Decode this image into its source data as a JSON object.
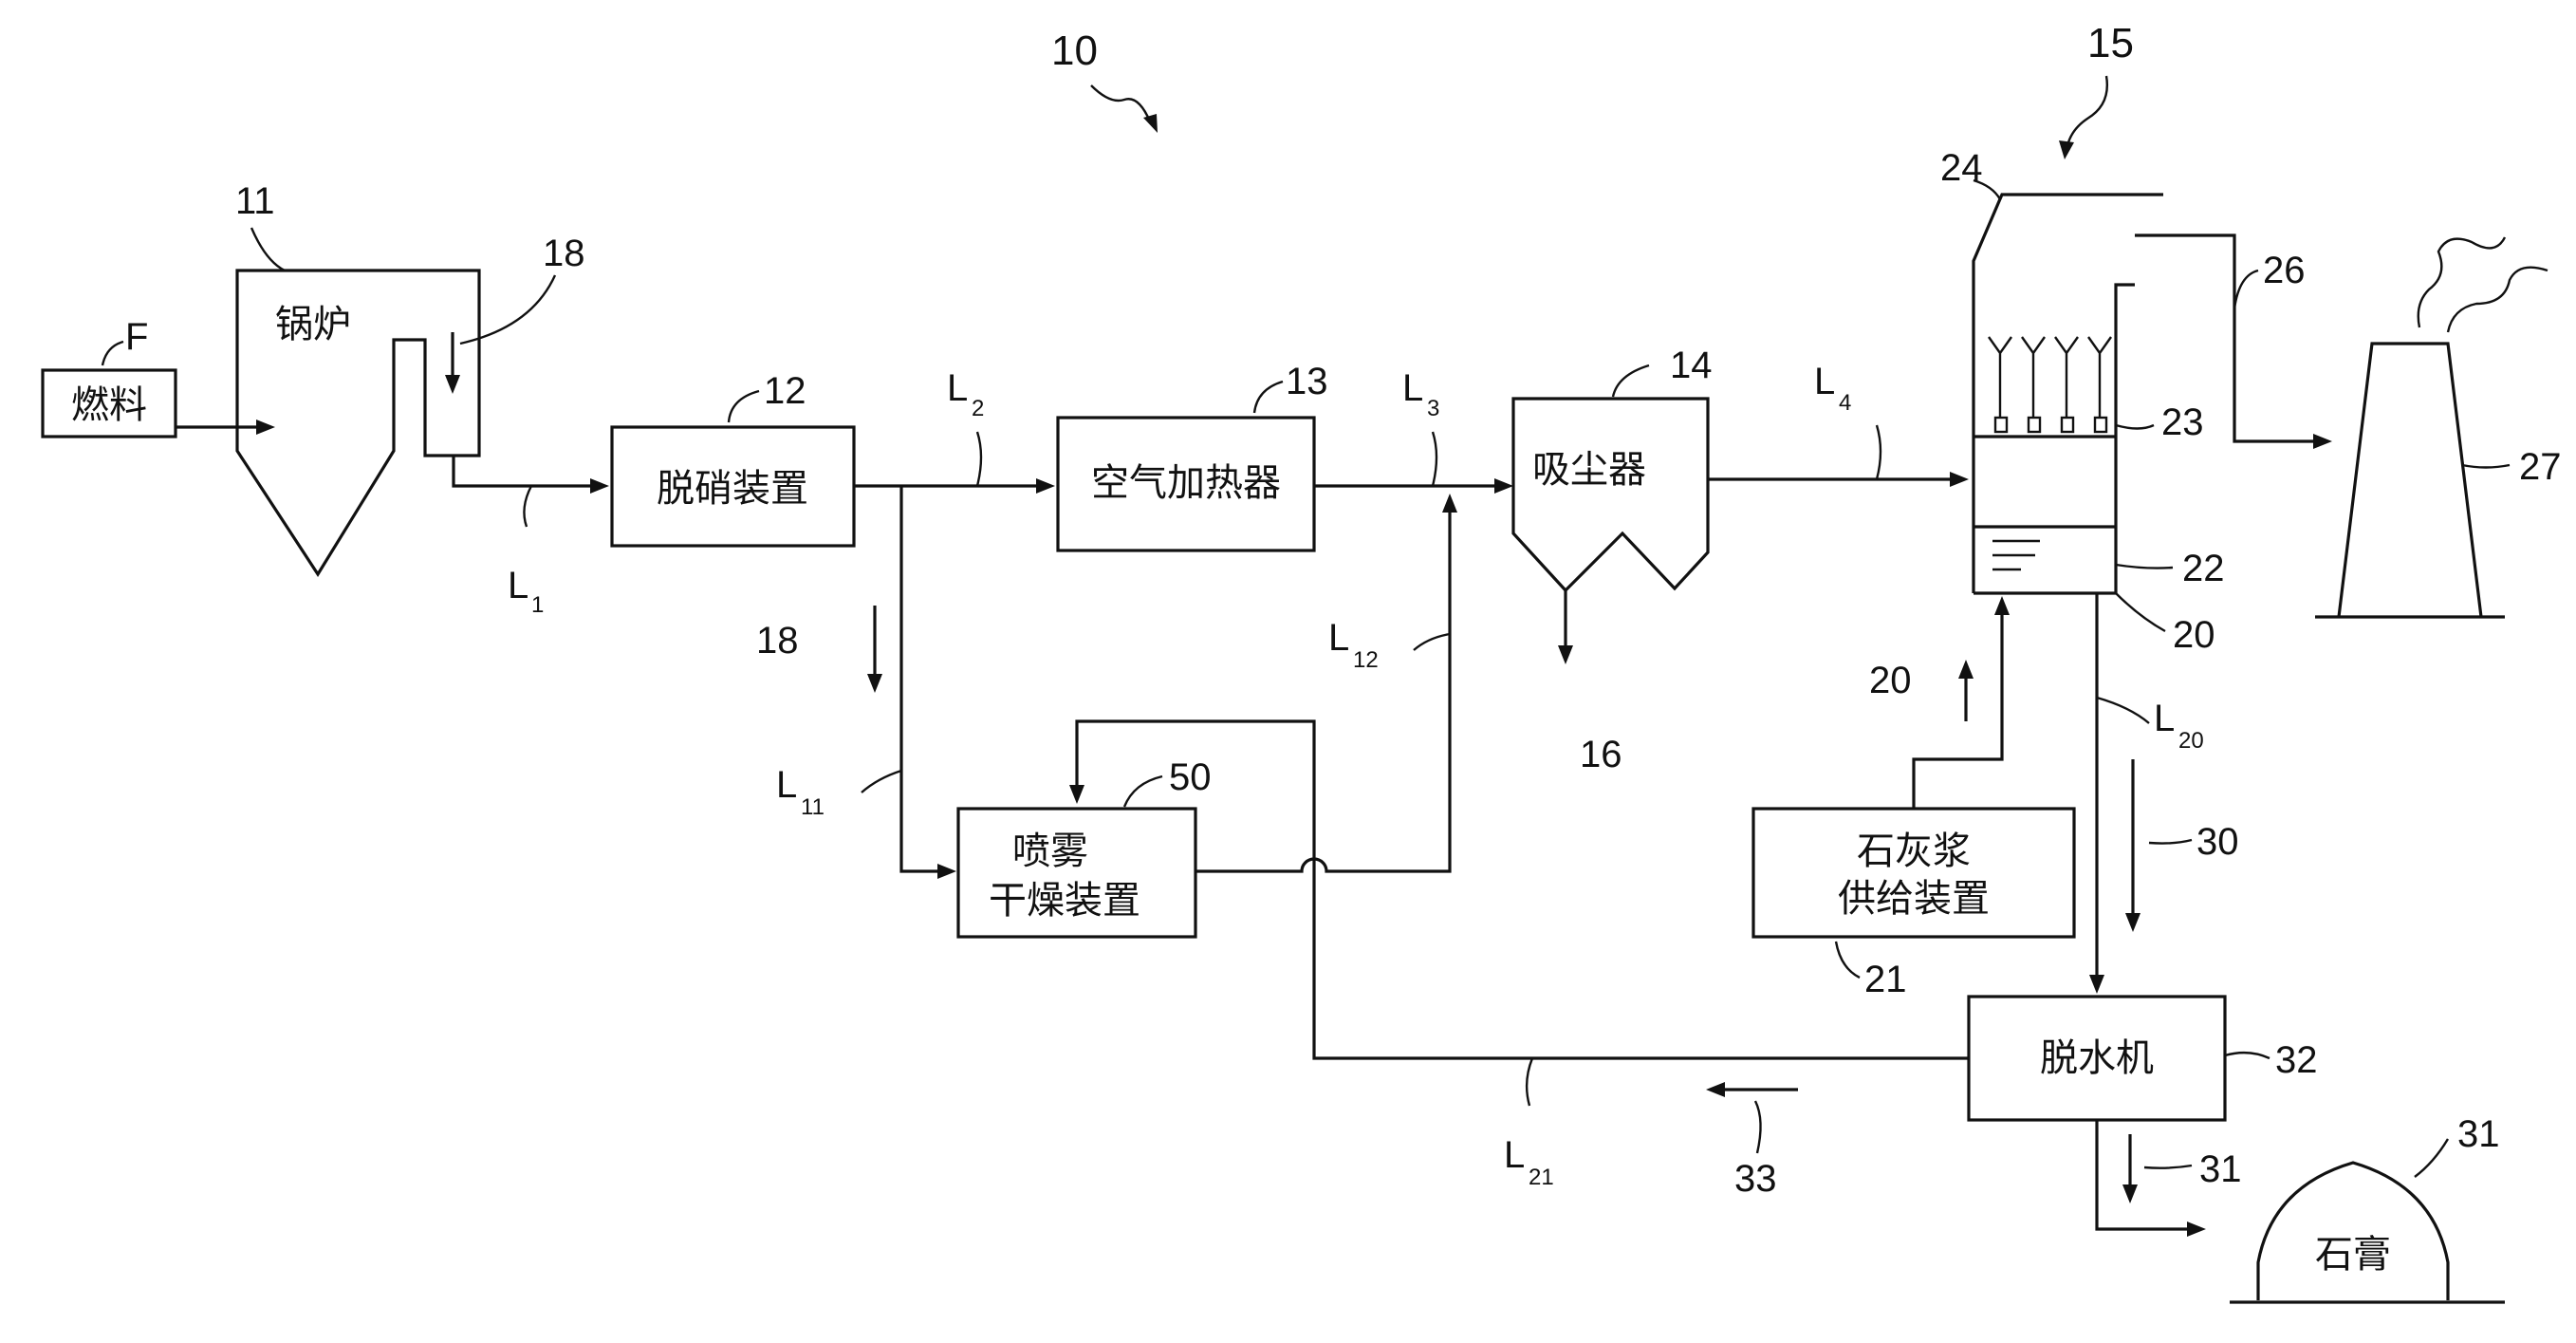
{
  "figure_number": "10",
  "fuel": {
    "box_label": "燃料",
    "ref": "F"
  },
  "boiler": {
    "label": "锅炉",
    "ref": "11",
    "inlet_ref": "18"
  },
  "denitration": {
    "label": "脱硝装置",
    "ref": "12"
  },
  "air_heater": {
    "label": "空气加热器",
    "ref": "13"
  },
  "dust_collector": {
    "label": "吸尘器",
    "ref": "14",
    "outlet_ref": "16"
  },
  "desulfurizer": {
    "ref": "15",
    "top_ref": "24",
    "nozzle_ref": "23",
    "slurry_ref": "22",
    "body_ref": "20"
  },
  "outlet_duct": {
    "ref": "26"
  },
  "chimney": {
    "ref": "27"
  },
  "lime_supply": {
    "line1": "石灰浆",
    "line2": "供给装置",
    "ref": "21",
    "flow_ref": "20"
  },
  "spray_dryer": {
    "line1": "喷雾",
    "line2": "干燥装置",
    "ref": "50"
  },
  "dehydrator": {
    "label": "脱水机",
    "ref": "32"
  },
  "gypsum": {
    "label": "石膏",
    "ref": "31",
    "flow_ref": "31"
  },
  "lines": {
    "L1": {
      "main": "L",
      "sub": "1"
    },
    "L2": {
      "main": "L",
      "sub": "2"
    },
    "L3": {
      "main": "L",
      "sub": "3"
    },
    "L4": {
      "main": "L",
      "sub": "4"
    },
    "L11": {
      "main": "L",
      "sub": "11"
    },
    "L12": {
      "main": "L",
      "sub": "12"
    },
    "L20": {
      "main": "L",
      "sub": "20"
    },
    "L21": {
      "main": "L",
      "sub": "21"
    }
  },
  "flow_refs": {
    "branch": "18",
    "drain": "30",
    "filtrate": "33"
  }
}
